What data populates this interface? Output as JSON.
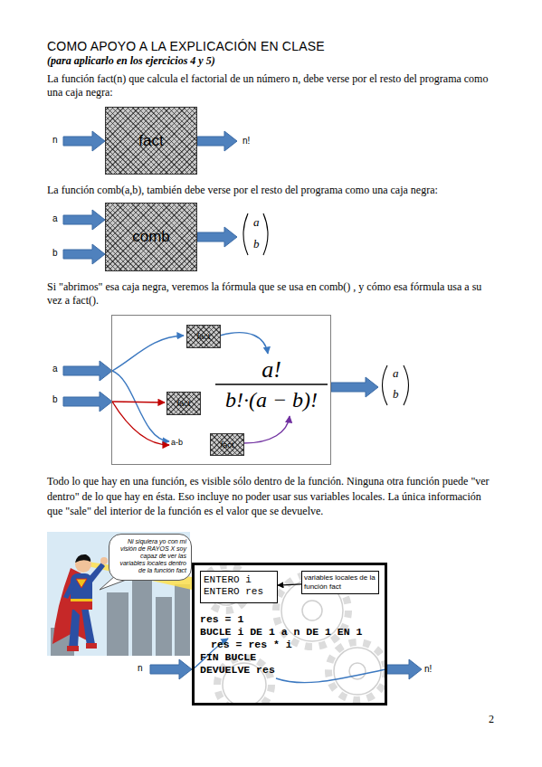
{
  "diagram": {
    "title": "COMO APOYO A LA EXPLICACIÓN EN CLASE",
    "nodes": [
      {
        "text": [
          "fact"
        ]
      },
      {
        "text": [
          "comb"
        ]
      },
      {
        "text": [
          "a!",
          "b!·(a − b)!"
        ]
      },
      {
        "text": [
          "fact"
        ],
        "in": 2
      },
      {
        "text": [
          "fact"
        ],
        "in": 2
      },
      {
        "text": [
          "fact"
        ],
        "in": 2
      },
      {
        "text": [
          "Ni siquiera yo con mi visión de RAYOS X soy capaz de ver las variables locales dentro de la función fact"
        ]
      },
      {
        "text": [
          "res = 1",
          "BUCLE i DE 1 a n DE 1 EN 1",
          "res = res * i",
          "FIN BUCLE",
          "DEVUELVE res"
        ]
      },
      {
        "text": [
          "ENTERO i ENTERO res"
        ],
        "in": 7
      },
      {
        "text": [
          "variables locales de la función fact"
        ],
        "in": 7
      }
    ],
    "edges": [
      {
        "from": 9,
        "to": 8,
        "arrow": "to"
      }
    ],
    "labels": [
      "(para aplicarlo en los ejercicios 4 y 5)",
      "La función fact(n) que calcula el factorial de un número n, debe verse por el resto del programa como una caja negra:",
      "n",
      "n!",
      "La función comb(a,b), también debe verse por el resto del programa como una caja negra:",
      "a",
      "b",
      "a",
      "b",
      "Si \"abrimos\" esa caja negra, veremos la fórmula que se usa en comb() , y cómo esa fórmula usa a su vez a fact().",
      "a",
      "b",
      "a-b",
      "a",
      "b",
      "Todo lo que hay en una función, es visible sólo dentro de la función. Ninguna otra función puede \"ver dentro\" de lo que hay en ésta. Eso incluye no poder usar sus variables locales. La única información que \"sale\" del interior de la función es el valor que se devuelve.",
      "n",
      "n!",
      "2"
    ]
  }
}
